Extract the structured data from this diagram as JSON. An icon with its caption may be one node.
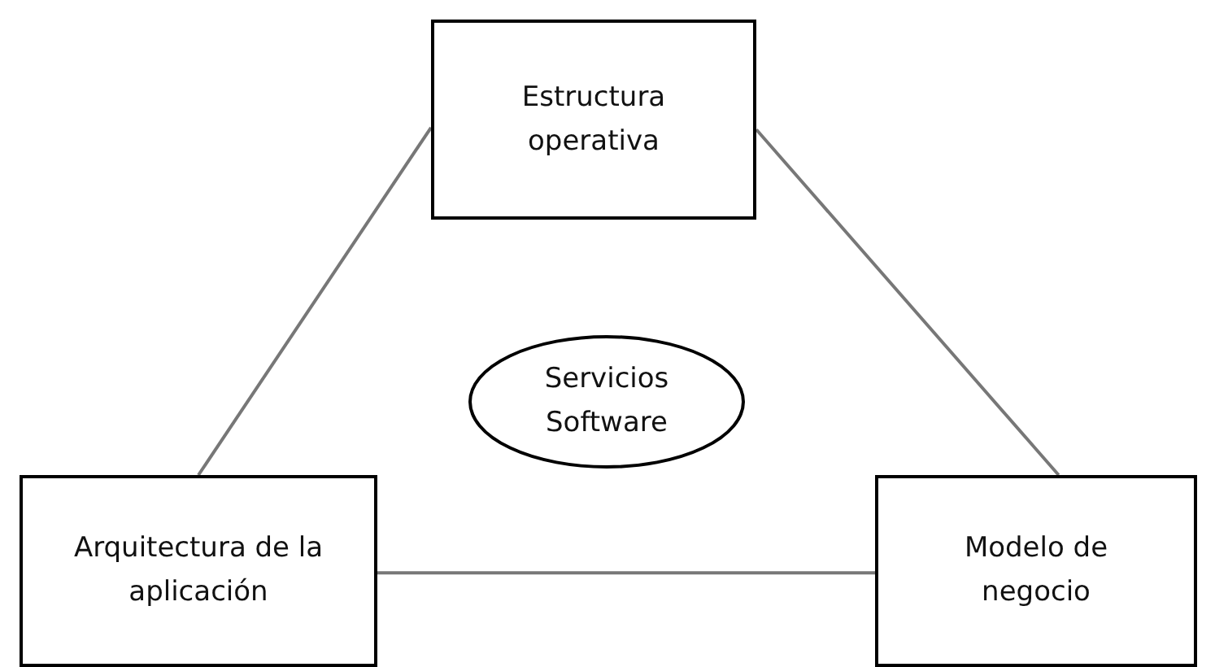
{
  "diagram": {
    "nodes": [
      {
        "text": [
          "Estructura operativa"
        ]
      },
      {
        "text": [
          "Servicios Software"
        ]
      },
      {
        "text": [
          "Arquitectura de la aplicación"
        ]
      },
      {
        "text": [
          "Modelo de negocio"
        ]
      }
    ],
    "edges": [
      {
        "from": 2,
        "to": 0,
        "arrow": "none"
      },
      {
        "from": 0,
        "to": 3,
        "arrow": "none"
      },
      {
        "from": 2,
        "to": 3,
        "arrow": "none"
      }
    ]
  }
}
